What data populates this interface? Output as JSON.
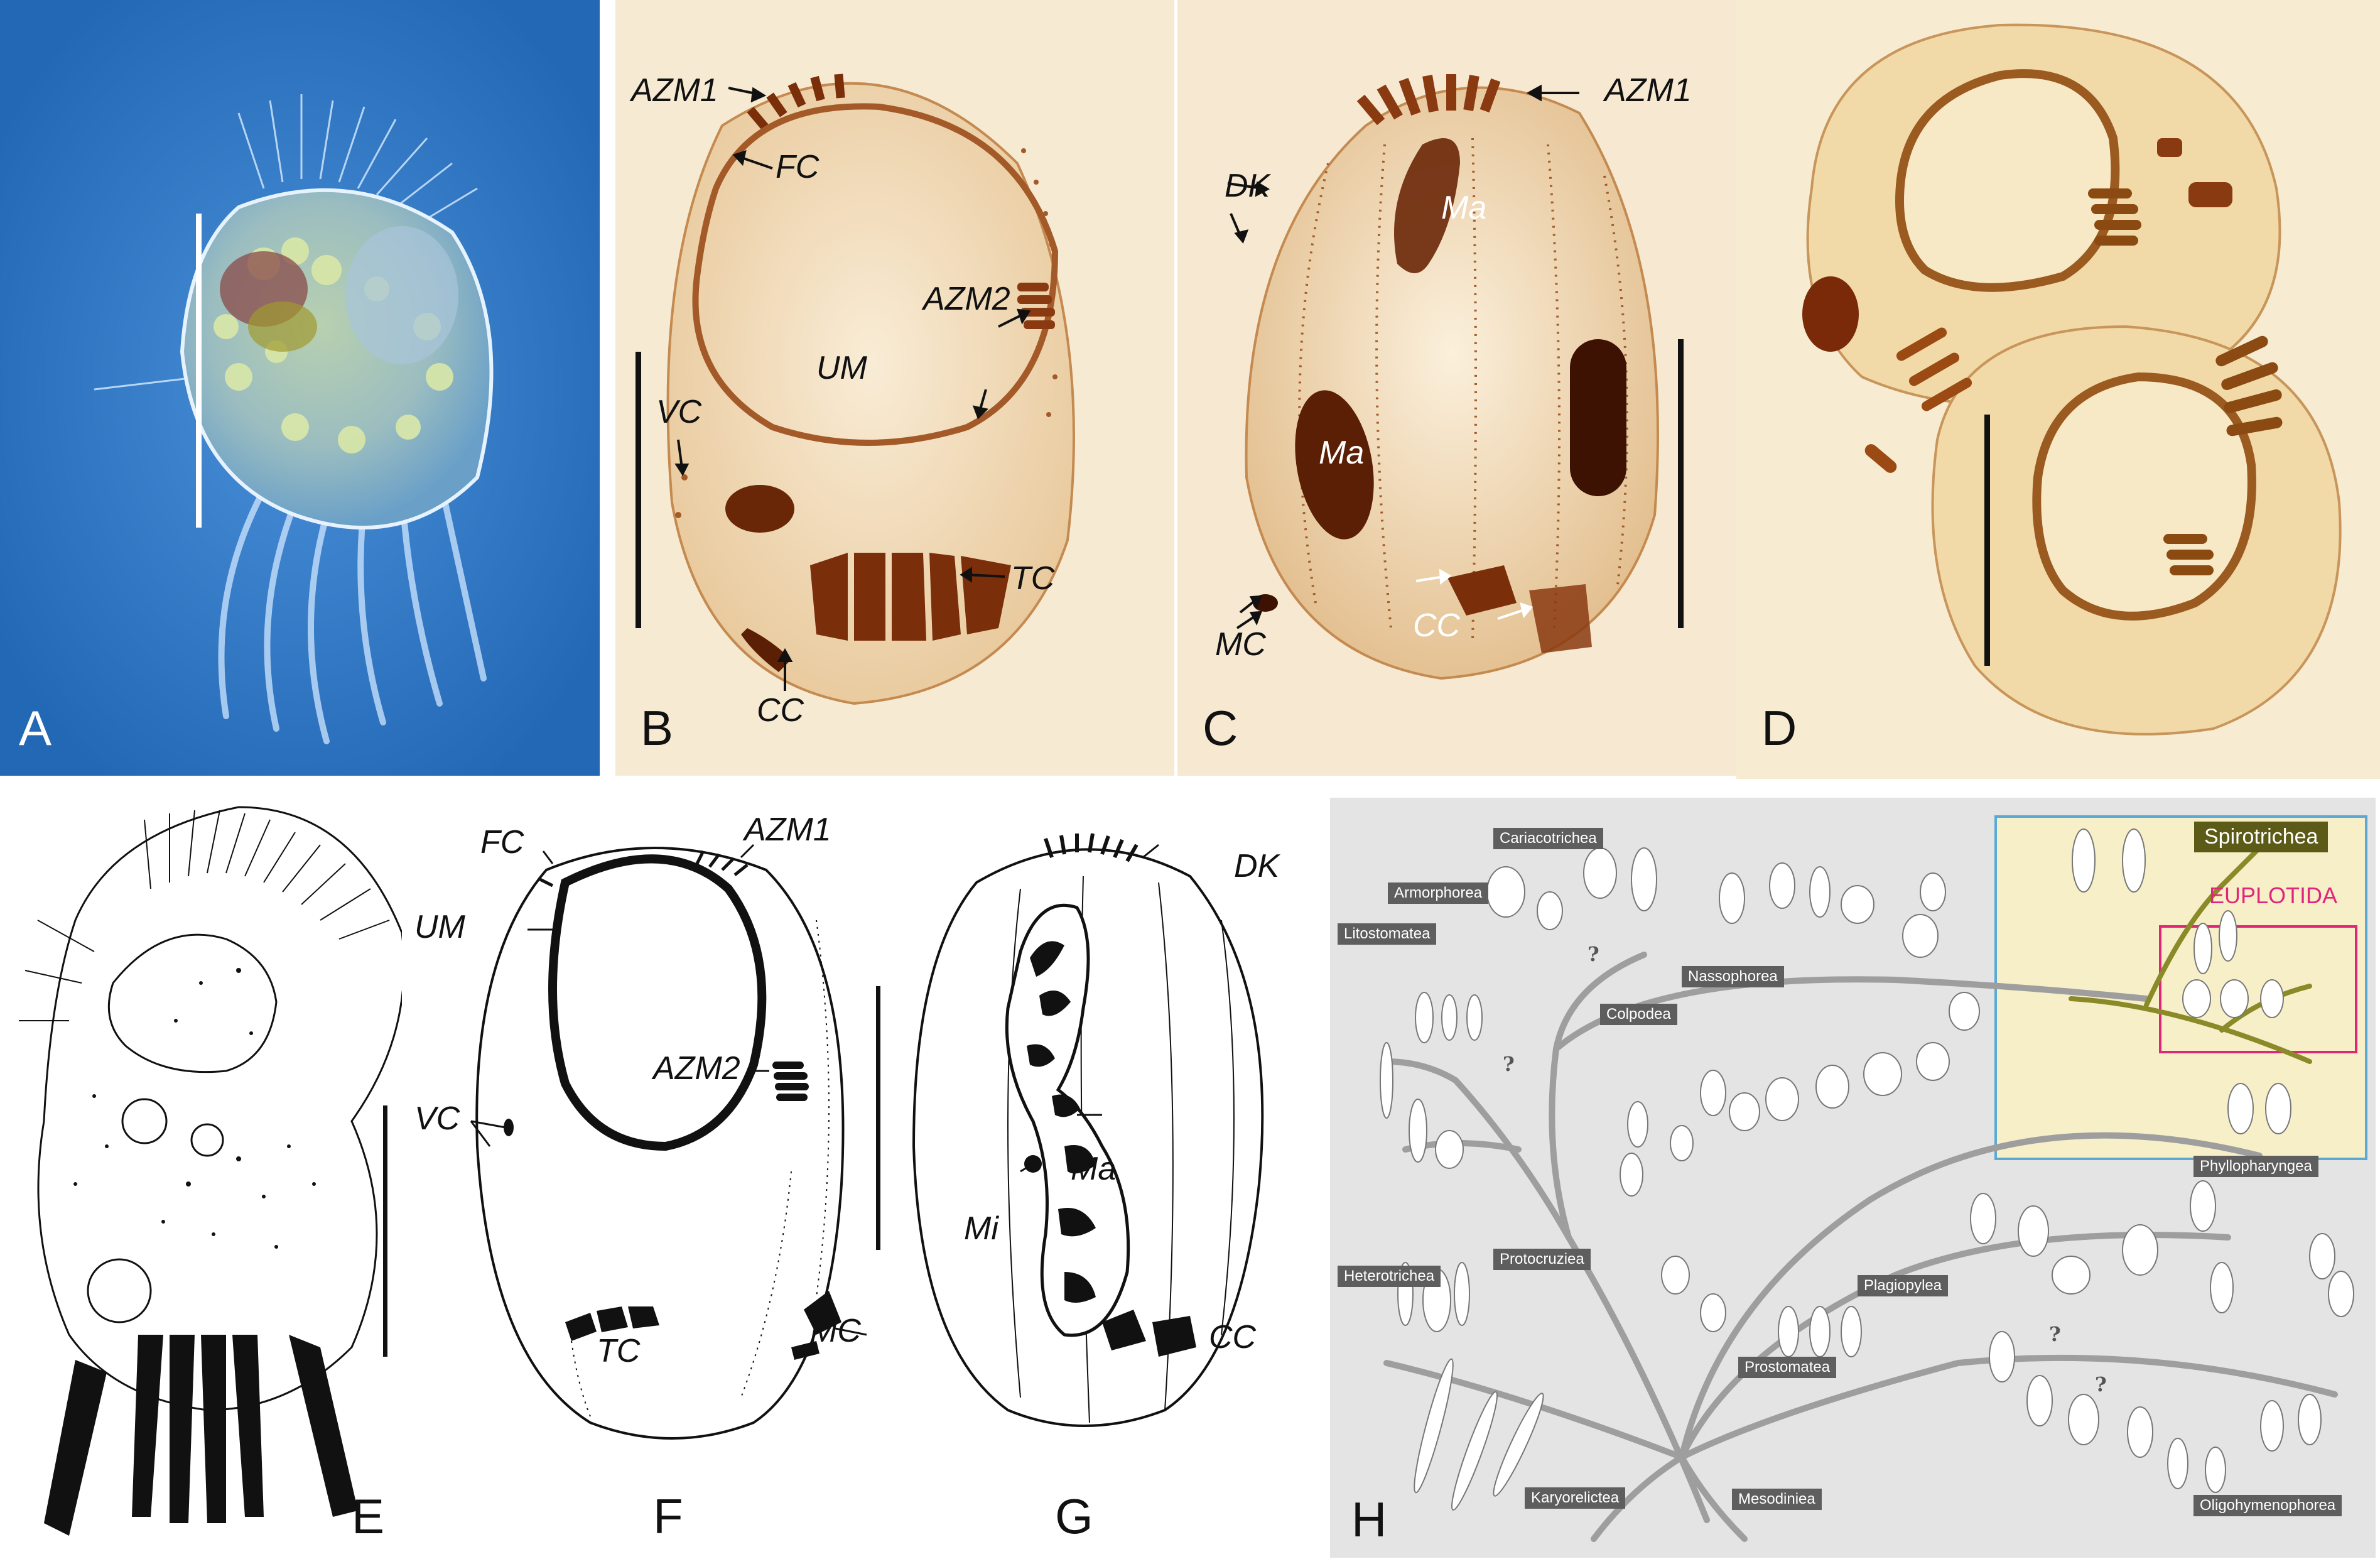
{
  "panels": {
    "a": {
      "letter": "A"
    },
    "b": {
      "letter": "B",
      "labels": {
        "azm1": "AZM1",
        "fc": "FC",
        "azm2": "AZM2",
        "um": "UM",
        "vc": "VC",
        "tc": "TC",
        "cc": "CC"
      }
    },
    "c": {
      "letter": "C",
      "labels": {
        "azm1": "AZM1",
        "dk": "DK",
        "ma_top": "Ma",
        "ma_mid": "Ma",
        "mc": "MC",
        "cc": "CC"
      }
    },
    "d": {
      "letter": "D"
    },
    "e": {
      "letter": "E"
    },
    "f": {
      "letter": "F",
      "labels": {
        "fc": "FC",
        "azm1": "AZM1",
        "um": "UM",
        "azm2": "AZM2",
        "vc": "VC",
        "tc": "TC",
        "mc": "MC"
      }
    },
    "g": {
      "letter": "G",
      "labels": {
        "dk": "DK",
        "ma": "Ma",
        "mi": "Mi",
        "cc": "CC"
      }
    },
    "h": {
      "letter": "H",
      "clades": [
        "Cariacotrichea",
        "Armorphorea",
        "Litostomatea",
        "Nassophorea",
        "Colpodea",
        "Phyllopharyngea",
        "Heterotrichea",
        "Protocruziea",
        "Plagiopylea",
        "Prostomatea",
        "Karyorelictea",
        "Mesodiniea",
        "Oligohymenophorea"
      ],
      "spirotrichea": "Spirotrichea",
      "euplotida": "EUPLOTIDA",
      "unknown_mark": "?"
    }
  },
  "colors": {
    "dic_background": "#2f78c4",
    "stain_background": "#f3e3c9",
    "stain_dark": "#6a2708",
    "tree_background": "#e4e4e4",
    "spiro_box": "#f7efc8",
    "spiro_border": "#5aa9d6",
    "euplotida_color": "#e0257b"
  }
}
